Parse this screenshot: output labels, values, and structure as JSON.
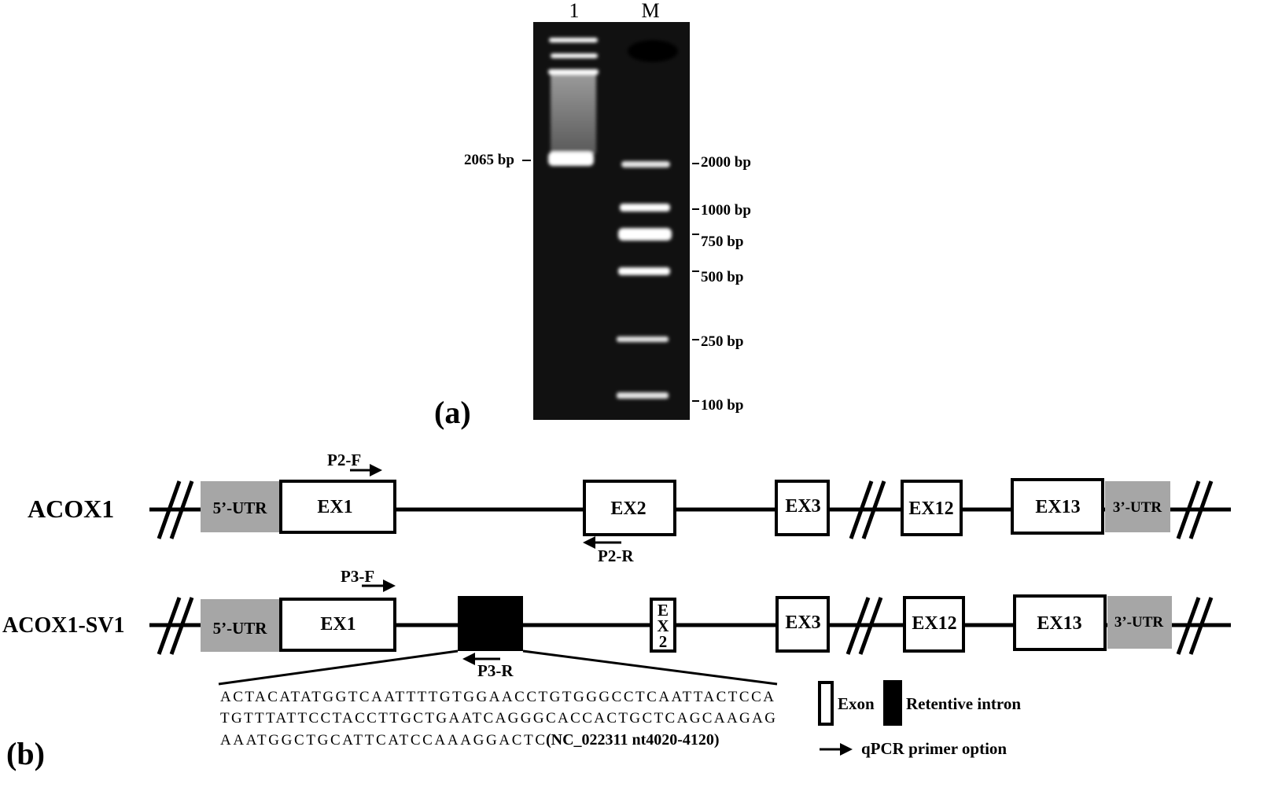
{
  "panel_a": {
    "label": "(a)",
    "lane_labels": [
      "1",
      "M"
    ],
    "sample_band_label": "2065 bp",
    "ladder_labels": [
      "2000 bp",
      "1000 bp",
      "750 bp",
      "500 bp",
      "250 bp",
      "100 bp"
    ]
  },
  "panel_b": {
    "label": "(b)",
    "rows": [
      {
        "name": "ACOX1",
        "utr5": "5’-UTR",
        "exons": [
          "EX1",
          "EX2",
          "EX3",
          "EX12",
          "EX13"
        ],
        "utr3": "3’-UTR",
        "primer_f": "P2-F",
        "primer_r": "P2-R"
      },
      {
        "name": "ACOX1-SV1",
        "utr5": "5’-UTR",
        "exons": [
          "EX1",
          "E",
          "X",
          "2",
          "EX3",
          "EX12",
          "EX13"
        ],
        "utr3": "3’-UTR",
        "primer_f": "P3-F",
        "primer_r": "P3-R"
      }
    ],
    "sequence": [
      "ACTACATATGGTCAATTTTGTGGAACCTGTGGGCCTCAATTACTCCA",
      "TGTTTATTCCTACCTTGCTGAATCAGGGCACCACTGCTCAGCAAGAG",
      "AAATGGCTGCATTCATCCAAAGGACTC"
    ],
    "sequence_ref": "(NC_022311  nt4020-4120)",
    "legend": {
      "exon": "Exon",
      "intron": "Retentive intron",
      "primer": "qPCR primer  option"
    }
  }
}
